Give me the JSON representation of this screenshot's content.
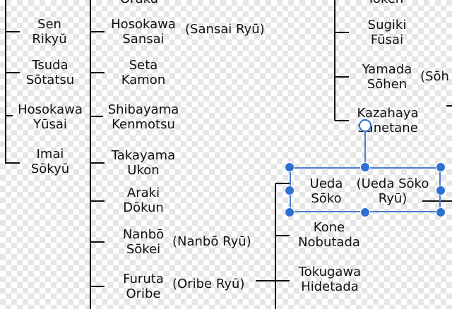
{
  "chart_nodes": {
    "top_cut_left": "Oraku",
    "top_cut_right": "Tokeh",
    "sen_rikyu": [
      "Sen",
      "Rikyū"
    ],
    "tsuda_sotatsu": [
      "Tsuda",
      "Sōtatsu"
    ],
    "hosokawa_yusai": [
      "Hosokawa",
      "Yūsai"
    ],
    "imai_sokyu": [
      "Imai",
      "Sōkyū"
    ],
    "hosokawa_sansai": [
      "Hosokawa",
      "Sansai"
    ],
    "hosokawa_sansai_school": "(Sansai Ryū)",
    "seta_kamon": [
      "Seta",
      "Kamon"
    ],
    "shibayama_kenmotsu": [
      "Shibayama",
      "Kenmotsu"
    ],
    "takayama_ukon": [
      "Takayama",
      "Ukon"
    ],
    "araki_dokun": [
      "Araki",
      "Dōkun"
    ],
    "nanbo_sokei": [
      "Nanbō",
      "Sōkei"
    ],
    "nanbo_school": "(Nanbō Ryū)",
    "furuta_oribe": [
      "Furuta",
      "Oribe"
    ],
    "oribe_school": "(Oribe Ryū)",
    "sugiki_fusai": [
      "Sugiki",
      "Fūsai"
    ],
    "yamada_sohen": [
      "Yamada",
      "Sōhen"
    ],
    "yamada_school_cut": "(Sōh",
    "kazahaya_sanetane": [
      "Kazahaya",
      "Sanetane"
    ],
    "ueda_soko": [
      "Ueda",
      "Sōko"
    ],
    "ueda_school": [
      "(Ueda Sōko",
      "Ryū)"
    ],
    "kone_nobutada": [
      "Kone",
      "Nobutada"
    ],
    "tokugawa_hidetada": [
      "Tokugawa",
      "Hidetada"
    ]
  },
  "colors": {
    "selection": "#4a7fd0",
    "handle": "#2e6fd2",
    "line": "#111111"
  }
}
